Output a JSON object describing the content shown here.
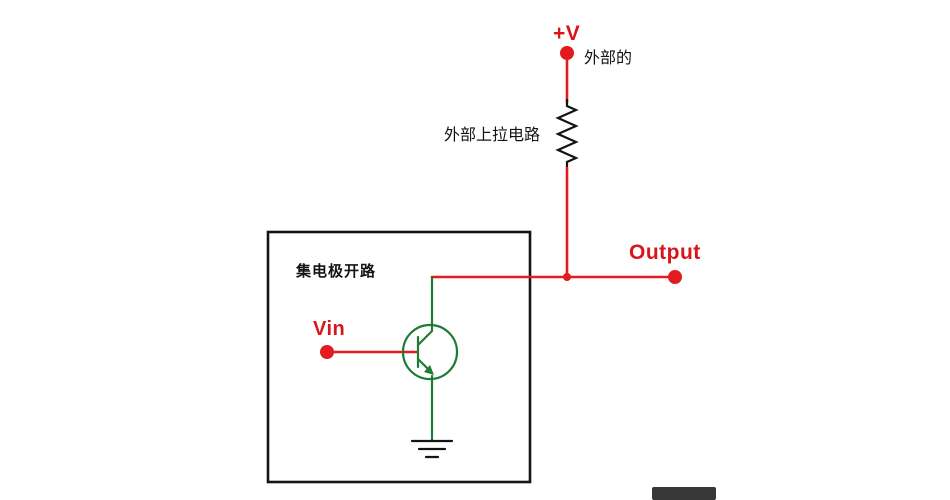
{
  "diagram": {
    "type": "circuit-schematic",
    "description": "Open-collector output stage with external pull-up resistor",
    "labels": {
      "supply": "+V",
      "supply_note": "外部的",
      "pullup_note": "外部上拉电路",
      "output": "Output",
      "box_note": "集电极开路",
      "input": "Vin"
    },
    "colors": {
      "wire_red": "#e11b1e",
      "transistor_green": "#1f7a35",
      "ink_black": "#141414"
    }
  }
}
